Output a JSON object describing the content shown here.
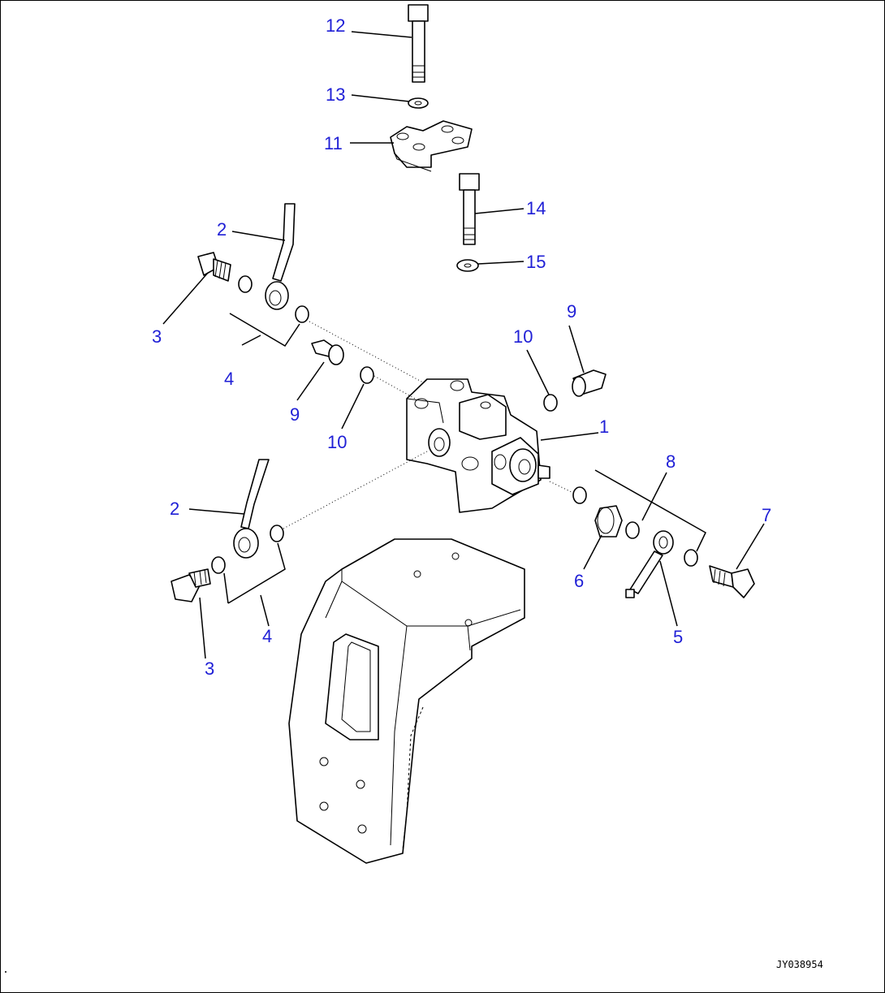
{
  "callouts": {
    "c1": "1",
    "c2a": "2",
    "c2b": "2",
    "c3a": "3",
    "c3b": "3",
    "c4a": "4",
    "c4b": "4",
    "c5": "5",
    "c6": "6",
    "c7": "7",
    "c8": "8",
    "c9a": "9",
    "c9b": "9",
    "c10a": "10",
    "c10b": "10",
    "c11": "11",
    "c12": "12",
    "c13": "13",
    "c14": "14",
    "c15": "15"
  },
  "drawing_code": "JY038954",
  "colors": {
    "callout": "#1f1fd6",
    "line": "#000000",
    "background": "#ffffff"
  }
}
